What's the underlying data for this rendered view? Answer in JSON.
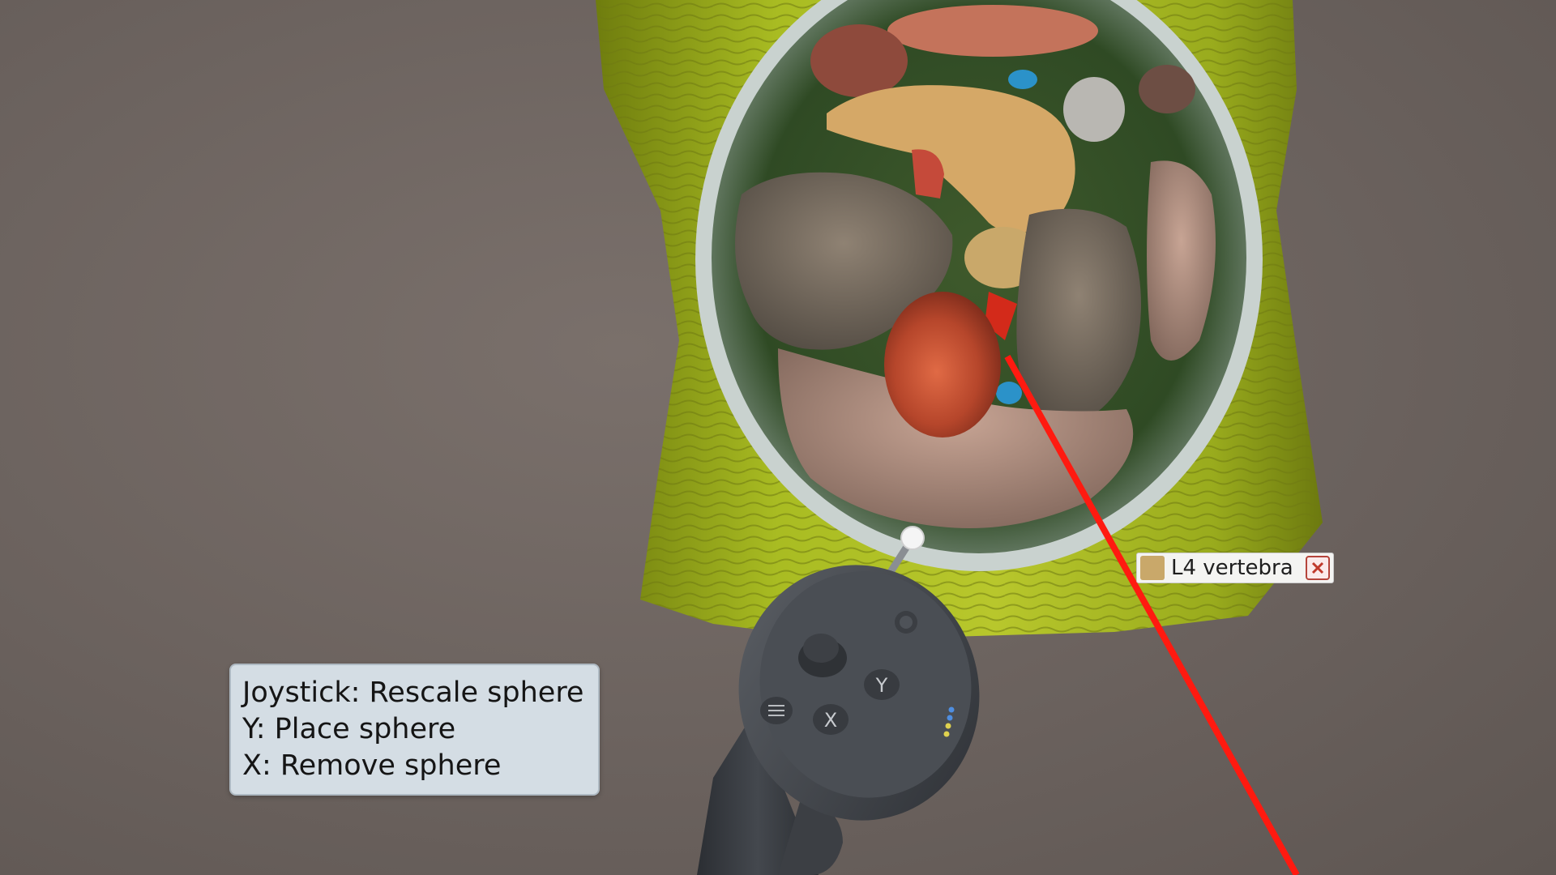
{
  "help_panel": {
    "lines": [
      "Joystick: Rescale sphere",
      "Y: Place sphere",
      "X: Remove sphere"
    ]
  },
  "organ_label": {
    "name": "L4 vertebra",
    "swatch_color": "#c9a86a",
    "close_icon": "close-x-icon"
  },
  "controller": {
    "buttons": [
      "X",
      "Y"
    ],
    "menu_icon": "hamburger-menu-icon"
  },
  "colors": {
    "background": "#6b625e",
    "body_surface": "#a4b51f",
    "laser": "#ff1a10",
    "panel": "#d4dde4"
  }
}
